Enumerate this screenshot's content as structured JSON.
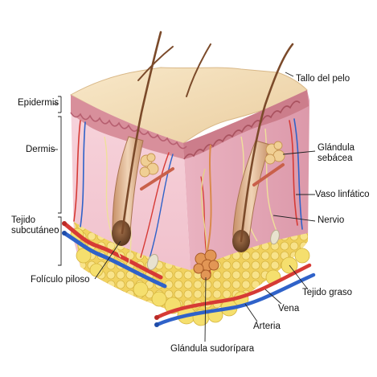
{
  "diagram": {
    "labels": {
      "epidermis": "Epidermis",
      "dermis": "Dermis",
      "subcutaneous_line1": "Tejido",
      "subcutaneous_line2": "subcutáneo",
      "hair_follicle": "Folículo piloso",
      "hair_shaft": "Tallo del pelo",
      "sebaceous_line1": "Glándula",
      "sebaceous_line2": "sebácea",
      "lymph_vessel": "Vaso linfático",
      "nerve": "Nervio",
      "fat_tissue": "Tejido graso",
      "vein": "Vena",
      "artery": "Arteria",
      "sweat_gland": "Glándula sudorípara"
    },
    "colors": {
      "epidermis_top": "#f3dcb7",
      "epidermis_layer": "#d48b93",
      "dermis_front": "#f3c9d2",
      "dermis_side": "#e7a9b8",
      "fat": "#f4dc6a",
      "artery": "#d63a35",
      "vein": "#2f62c9",
      "nerve": "#f2e6a6",
      "hair": "#7b4a2a",
      "gland": "#d9894b"
    }
  }
}
